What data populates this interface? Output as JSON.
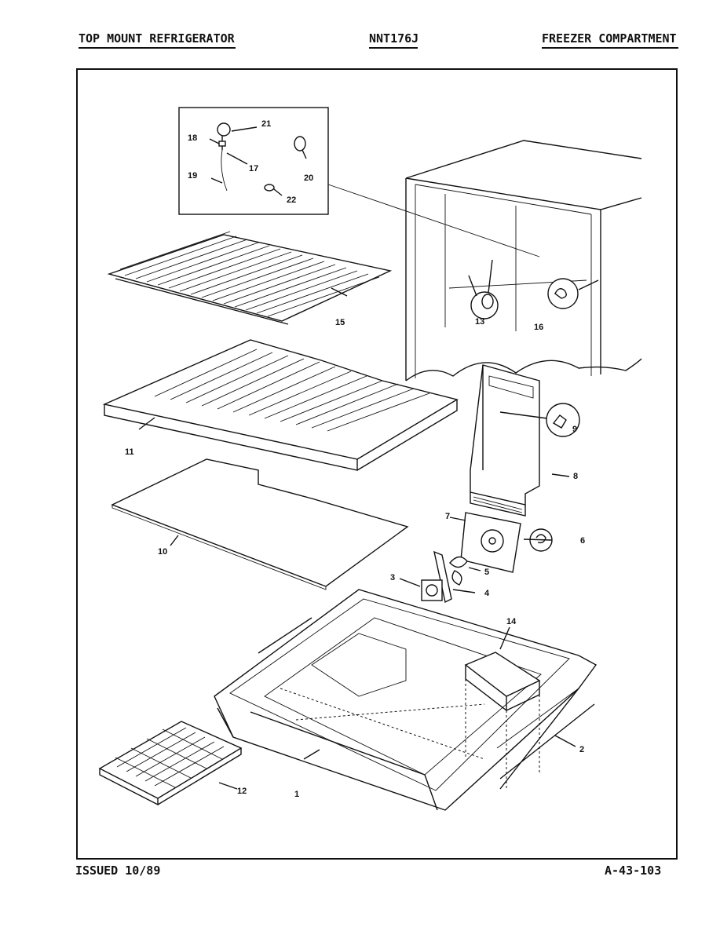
{
  "header": {
    "left": "TOP MOUNT REFRIGERATOR",
    "center": "NNT176J",
    "right": "FREEZER COMPARTMENT"
  },
  "footer": {
    "left": "ISSUED 10/89",
    "right": "A-43-103"
  },
  "callouts": {
    "c1": "1",
    "c2": "2",
    "c3": "3",
    "c4": "4",
    "c5": "5",
    "c6": "6",
    "c7": "7",
    "c8": "8",
    "c9": "9",
    "c10": "10",
    "c11": "11",
    "c12": "12",
    "c13": "13",
    "c14": "14",
    "c15": "15",
    "c16": "16",
    "c17": "17",
    "c18": "18",
    "c19": "19",
    "c20": "20",
    "c21": "21",
    "c22": "22"
  }
}
